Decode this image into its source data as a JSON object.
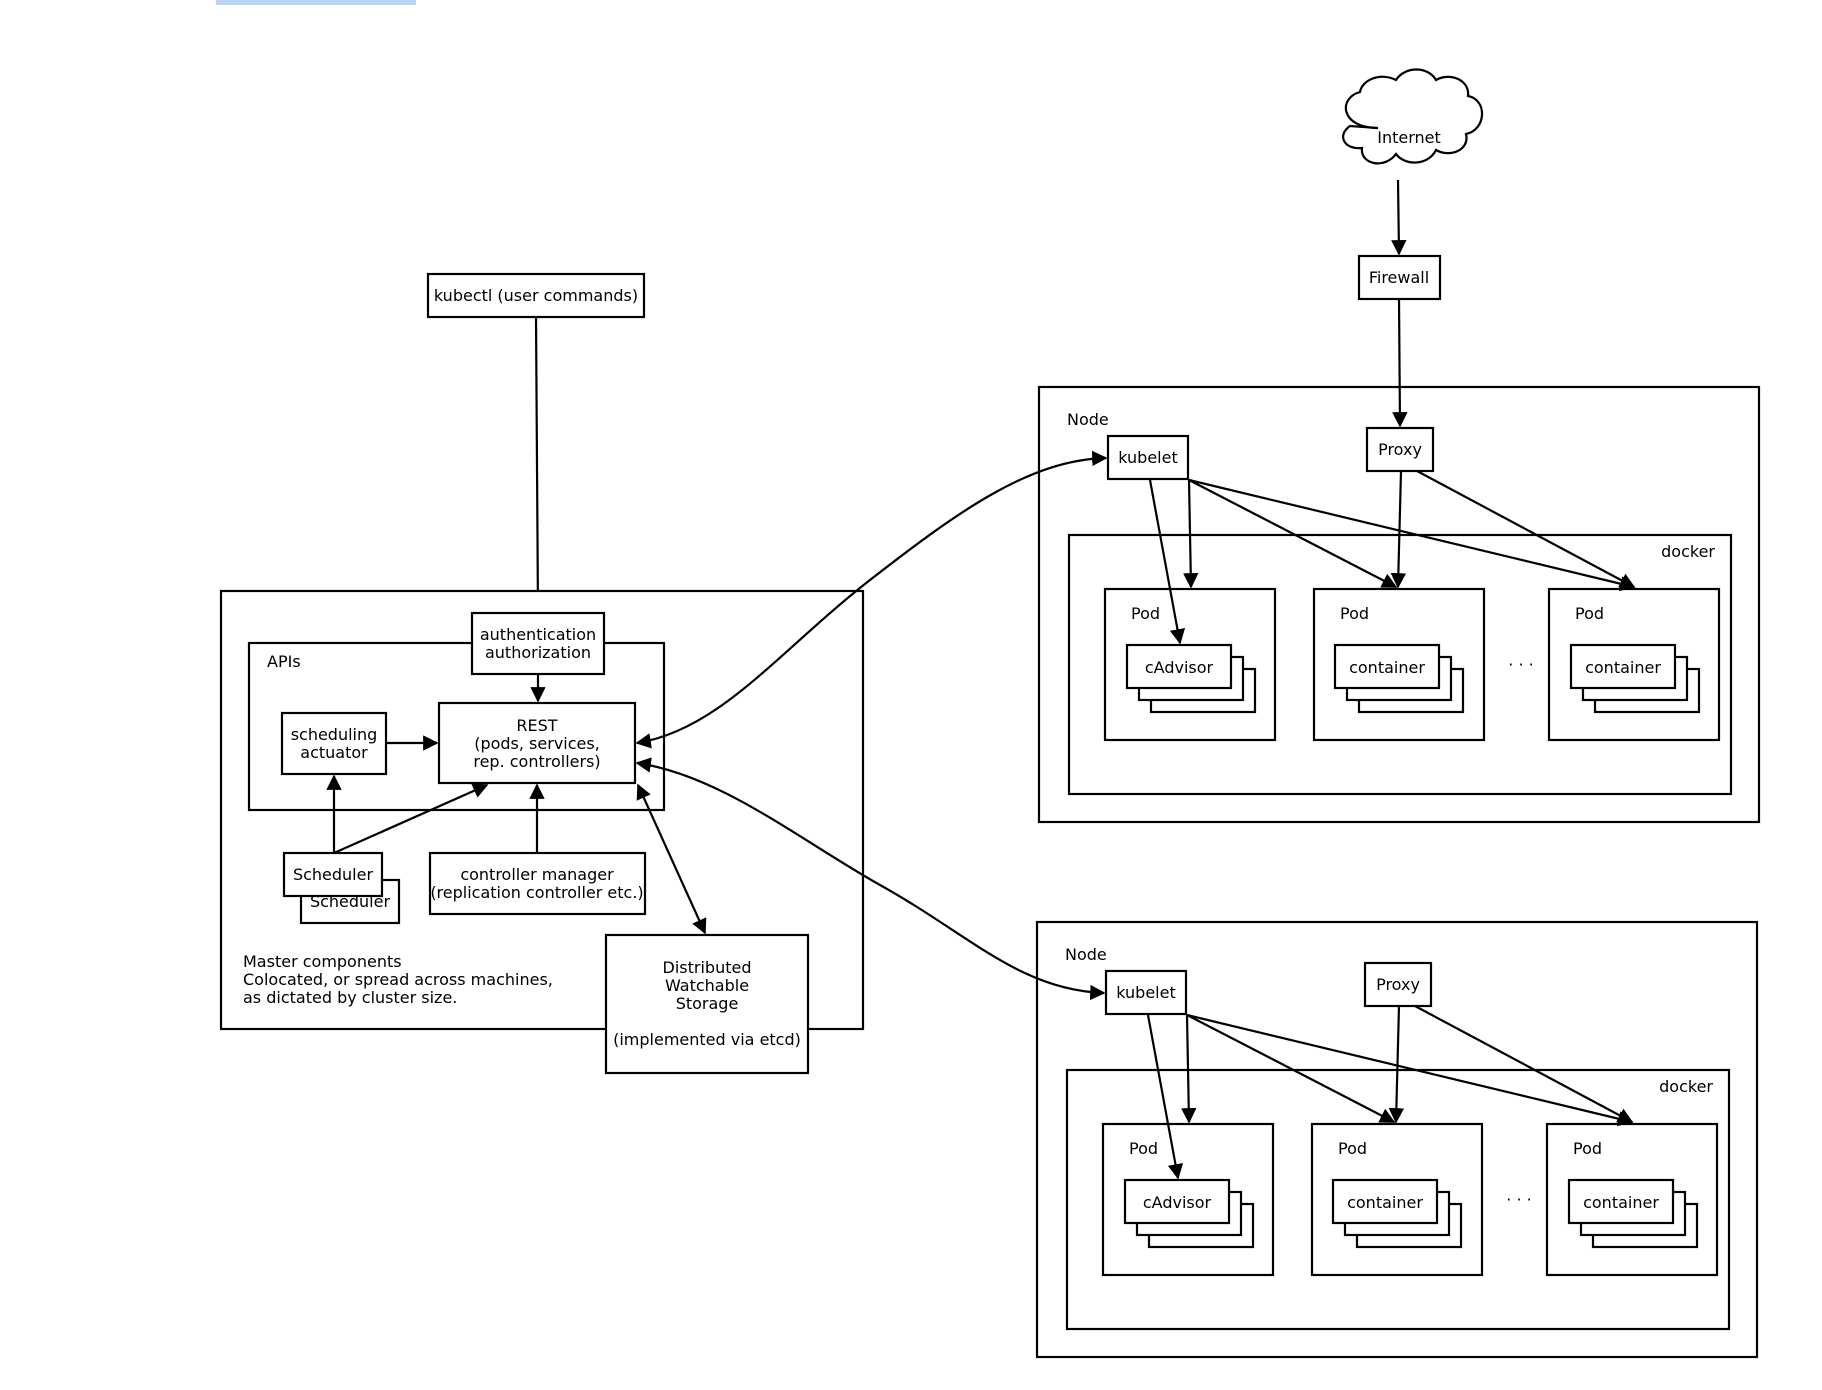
{
  "colors": {
    "stroke": "#000000",
    "background": "#ffffff",
    "selection": "#bcd7f4"
  },
  "nodes": {
    "internet": "Internet",
    "firewall": "Firewall",
    "kubectl": "kubectl (user commands)",
    "auth": [
      "authentication",
      "authorization"
    ],
    "apis": "APIs",
    "rest": [
      "REST",
      "(pods, services,",
      "rep. controllers)"
    ],
    "scheduling_actuator": [
      "scheduling",
      "actuator"
    ],
    "scheduler": "Scheduler",
    "controller_manager": [
      "controller manager",
      "(replication controller etc.)"
    ],
    "storage": [
      "Distributed",
      "Watchable",
      "Storage",
      "",
      "(implemented via etcd)"
    ],
    "master_note": [
      "Master components",
      "Colocated, or spread across machines,",
      "as dictated by cluster size."
    ]
  },
  "worker_node": {
    "title": "Node",
    "kubelet": "kubelet",
    "proxy": "Proxy",
    "docker": "docker",
    "pod_label": "Pod",
    "cadvisor": "cAdvisor",
    "container": "container",
    "ellipsis": "· · ·"
  }
}
